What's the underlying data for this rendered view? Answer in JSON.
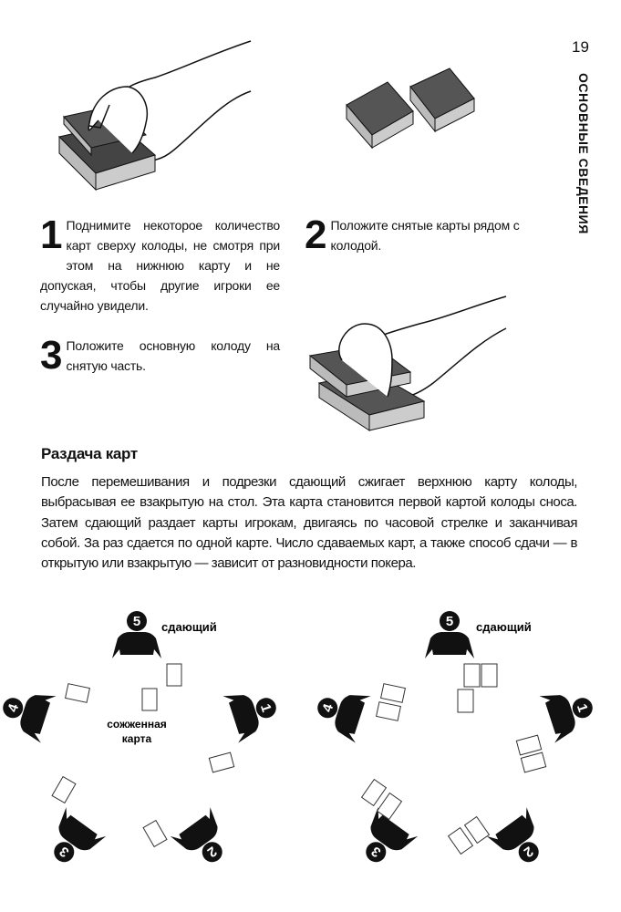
{
  "page_number": "19",
  "section_title": "ОСНОВНЫЕ СВЕДЕНИЯ",
  "steps": [
    {
      "number": "1",
      "text": "Поднимите некоторое количество карт сверху колоды, не смотря при этом на нижнюю карту и не допуская, чтобы другие игроки ее случайно увидели."
    },
    {
      "number": "2",
      "text": "Положите снятые карты рядом с колодой."
    },
    {
      "number": "3",
      "text": "Положите основную колоду на снятую часть."
    }
  ],
  "dealing": {
    "heading": "Раздача карт",
    "paragraph": "После перемешивания и подрезки сдающий сжигает верхнюю карту колоды, выбрасывая ее взакрытую на стол. Эта карта становится первой картой колоды сноса. Затем сдающий раздает карты игрокам, двигаясь по часовой стрелке и заканчивая собой. За раз сдается по одной карте. Число сдаваемых карт, а также способ сдачи — в открытую или взакрытую — зависит от разновидности покера."
  },
  "diagrams": {
    "dealer_label": "сдающий",
    "burn_card_label_1": "сожженная",
    "burn_card_label_2": "карта",
    "players": [
      "1",
      "2",
      "3",
      "4",
      "5"
    ]
  }
}
